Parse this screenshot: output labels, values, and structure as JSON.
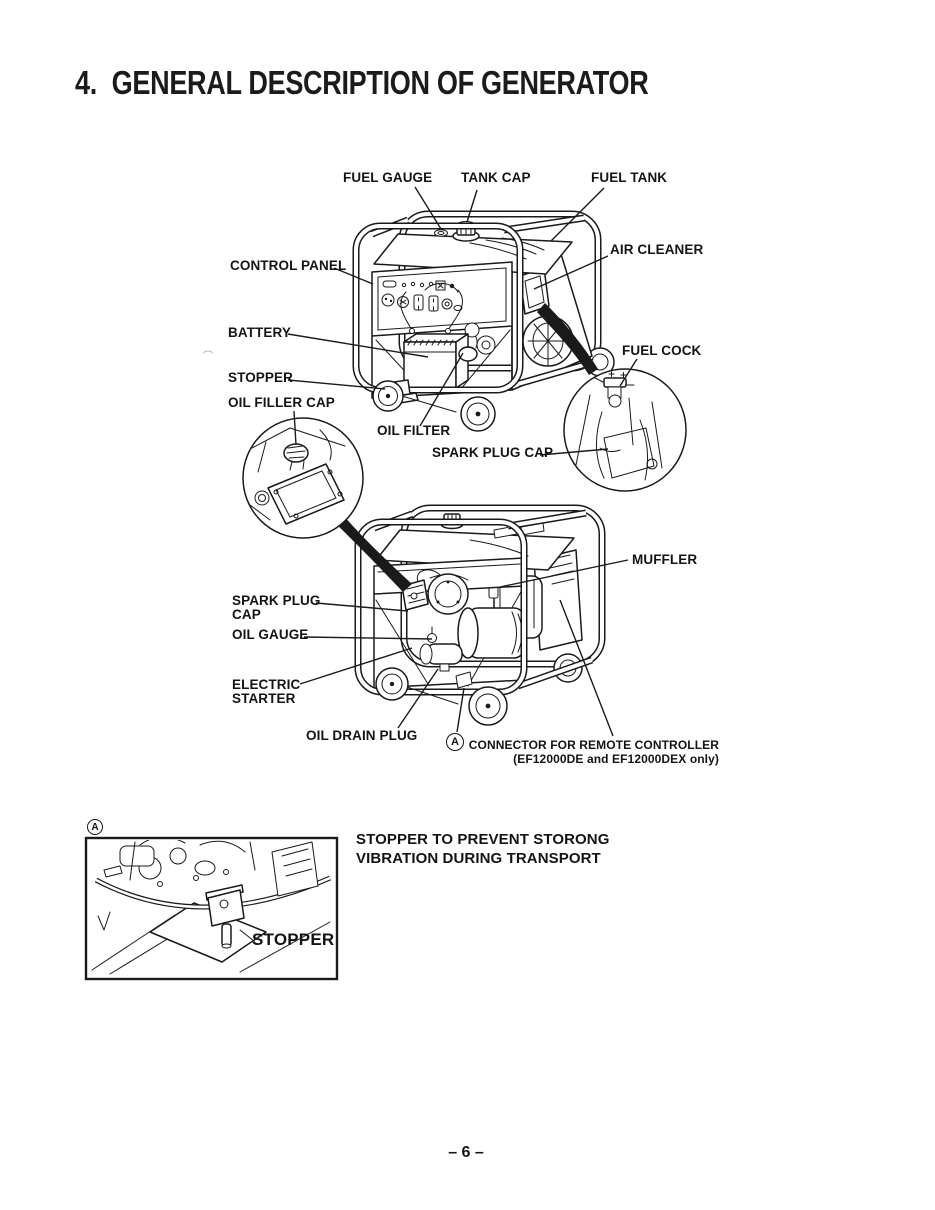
{
  "page": {
    "title_number": "4.",
    "title_text": "GENERAL DESCRIPTION OF GENERATOR",
    "page_number": "– 6 –"
  },
  "top_diagram": {
    "labels": {
      "fuel_gauge": "FUEL GAUGE",
      "tank_cap": "TANK CAP",
      "fuel_tank": "FUEL TANK",
      "air_cleaner": "AIR CLEANER",
      "control_panel": "CONTROL PANEL",
      "battery": "BATTERY",
      "stopper": "STOPPER",
      "oil_filler_cap": "OIL FILLER CAP",
      "oil_filter": "OIL FILTER",
      "fuel_cock": "FUEL COCK",
      "spark_plug_cap": "SPARK PLUG CAP"
    }
  },
  "bottom_diagram": {
    "labels": {
      "muffler": "MUFFLER",
      "spark_plug_cap": "SPARK PLUG\nCAP",
      "oil_gauge": "OIL GAUGE",
      "electric_starter": "ELECTRIC\nSTARTER",
      "oil_drain_plug": "OIL DRAIN PLUG",
      "connector_remote": "CONNECTOR FOR REMOTE CONTROLLER",
      "connector_remote_note": "(EF12000DE and EF12000DEX only)"
    },
    "marker_a": "A"
  },
  "stopper_figure": {
    "marker_a": "A",
    "stopper_label": "STOPPER",
    "caption": "STOPPER TO PREVENT STORONG\nVIBRATION DURING TRANSPORT"
  }
}
